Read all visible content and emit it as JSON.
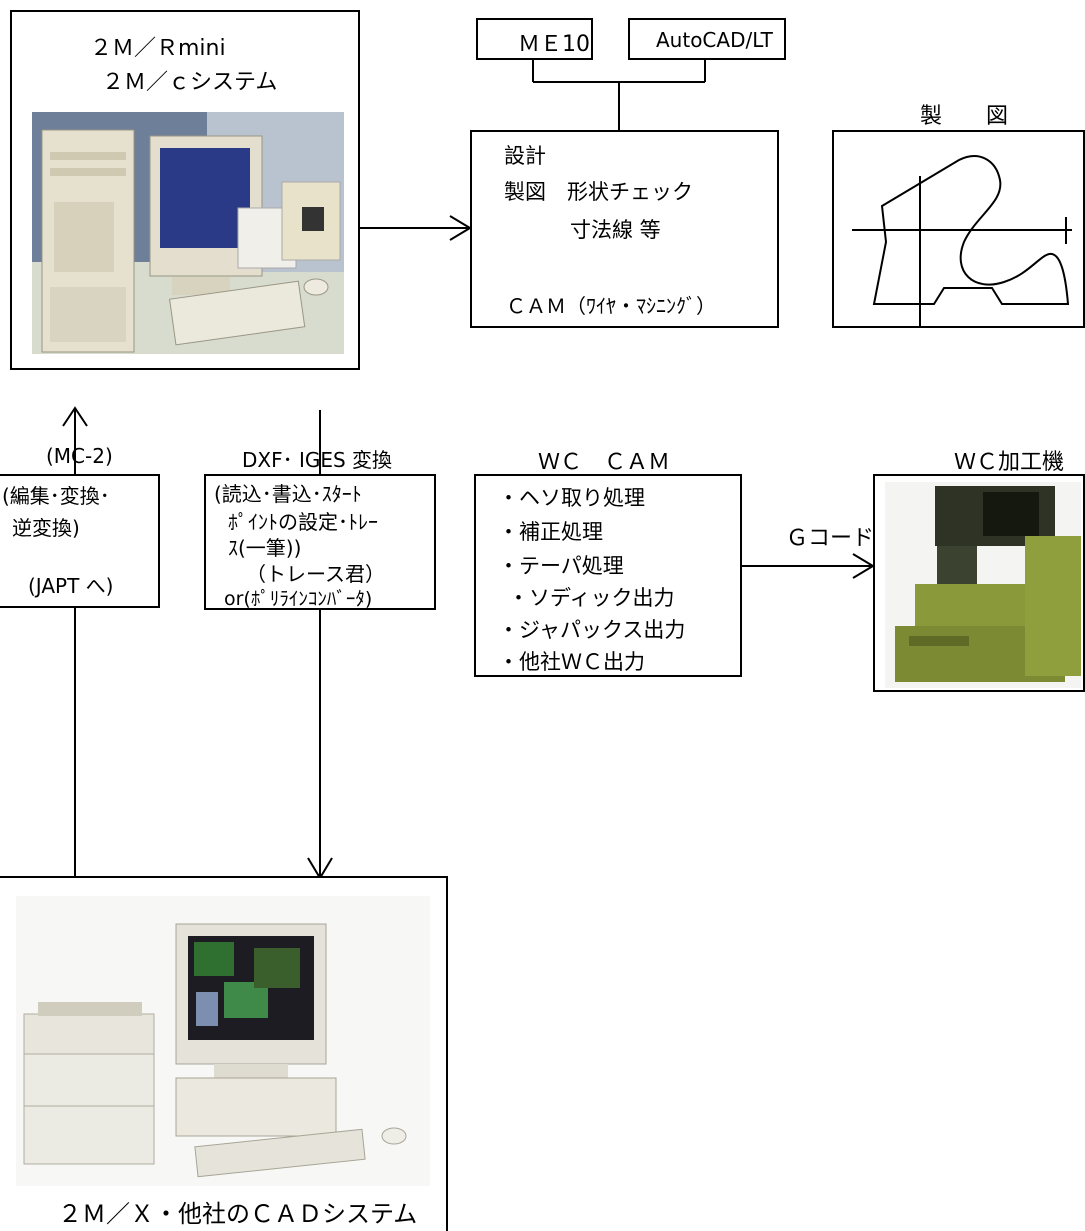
{
  "cad_top": {
    "title_line1": "２Ｍ／Ｒmini",
    "title_line2": "２Ｍ／ｃシステム"
  },
  "software": {
    "me10": "ＭＥ10",
    "autocad": "AutoCAD/LT"
  },
  "design_box": {
    "line1": "設計",
    "line2": "製図　形状チェック",
    "line3": "寸法線 等",
    "line4": "ＣＡＭ（ﾜｲﾔ・ﾏｼﾆﾝｸﾞ）"
  },
  "drawing": {
    "title": "製　　図"
  },
  "mc2": {
    "header": "(MC-2)",
    "line1": "(編集･変換･",
    "line2": "逆変換)",
    "line3": "(JAPT へ)"
  },
  "dxf": {
    "header": "DXF･ IGES 変換",
    "line1": "(読込･書込･ｽﾀｰﾄ",
    "line2": "ﾎﾟｲﾝﾄの設定･ﾄﾚｰ",
    "line3": "ｽ(一筆))",
    "line4": "（トレース君）",
    "line5": "or(ﾎﾟﾘﾗｲﾝｺﾝﾊﾞｰﾀ)"
  },
  "wc_cam": {
    "header": "ＷＣ　ＣＡＭ",
    "items": [
      "・ヘソ取り処理",
      "・補正処理",
      "・テーパ処理",
      "・ソディック出力",
      "・ジャパックス出力",
      "・他社ＷＣ出力"
    ]
  },
  "gcode": {
    "label": "Ｇコード"
  },
  "wc_machine": {
    "header": "ＷＣ加工機"
  },
  "cad_bottom": {
    "caption": "２Ｍ／Ｘ・他社のＣＡＤシステム"
  },
  "colors": {
    "machine_green": "#8a9a3a",
    "wall": "#6e7f9a",
    "beige": "#e6e1cf"
  }
}
